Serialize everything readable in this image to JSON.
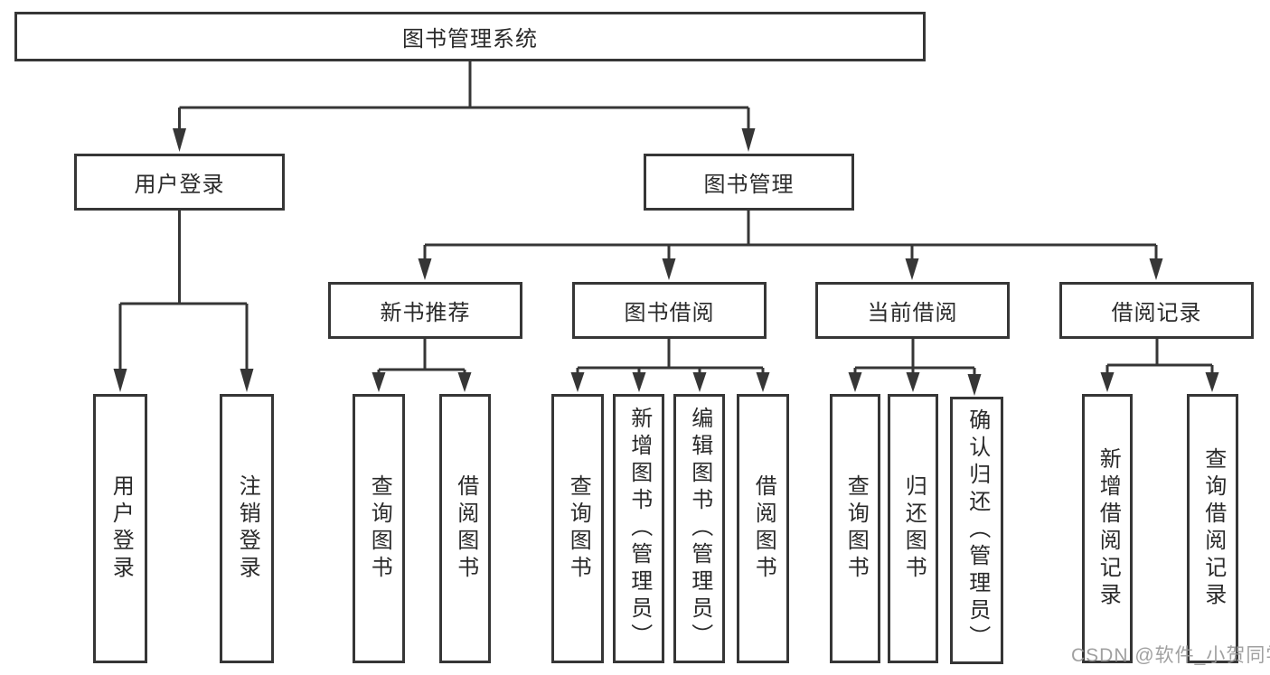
{
  "colors": {
    "line": "#363636",
    "box_border": "#363636",
    "box_fill": "#ffffff",
    "text": "#2a2a2a",
    "watermark": "#989898",
    "background": "#ffffff"
  },
  "watermark": {
    "text": "CSDN @软件_小贺同学"
  },
  "diagram": {
    "type": "tree",
    "title": "图书管理系统",
    "nodes": [
      {
        "id": "root",
        "label": "图书管理系统",
        "level": 1,
        "parent": null,
        "orientation": "horizontal"
      },
      {
        "id": "user-login",
        "label": "用户登录",
        "level": 2,
        "parent": "root",
        "orientation": "horizontal"
      },
      {
        "id": "book-mgmt",
        "label": "图书管理",
        "level": 2,
        "parent": "root",
        "orientation": "horizontal"
      },
      {
        "id": "new-book-rec",
        "label": "新书推荐",
        "level": 3,
        "parent": "book-mgmt",
        "orientation": "horizontal"
      },
      {
        "id": "book-borrow",
        "label": "图书借阅",
        "level": 3,
        "parent": "book-mgmt",
        "orientation": "horizontal"
      },
      {
        "id": "current-borrow",
        "label": "当前借阅",
        "level": 3,
        "parent": "book-mgmt",
        "orientation": "horizontal"
      },
      {
        "id": "borrow-records",
        "label": "借阅记录",
        "level": 3,
        "parent": "book-mgmt",
        "orientation": "horizontal"
      },
      {
        "id": "leaf-user-login",
        "label": "用户登录",
        "level": 4,
        "parent": "user-login",
        "orientation": "vertical"
      },
      {
        "id": "leaf-logout",
        "label": "注销登录",
        "level": 4,
        "parent": "user-login",
        "orientation": "vertical"
      },
      {
        "id": "leaf-query-book-1",
        "label": "查询图书",
        "level": 4,
        "parent": "new-book-rec",
        "orientation": "vertical"
      },
      {
        "id": "leaf-borrow-book-1",
        "label": "借阅图书",
        "level": 4,
        "parent": "new-book-rec",
        "orientation": "vertical"
      },
      {
        "id": "leaf-query-book-2",
        "label": "查询图书",
        "level": 4,
        "parent": "book-borrow",
        "orientation": "vertical"
      },
      {
        "id": "leaf-add-book",
        "label": "新增图书（管理员）",
        "level": 4,
        "parent": "book-borrow",
        "orientation": "vertical"
      },
      {
        "id": "leaf-edit-book",
        "label": "编辑图书（管理员）",
        "level": 4,
        "parent": "book-borrow",
        "orientation": "vertical"
      },
      {
        "id": "leaf-borrow-book-2",
        "label": "借阅图书",
        "level": 4,
        "parent": "book-borrow",
        "orientation": "vertical"
      },
      {
        "id": "leaf-query-book-3",
        "label": "查询图书",
        "level": 4,
        "parent": "current-borrow",
        "orientation": "vertical"
      },
      {
        "id": "leaf-return-book",
        "label": "归还图书",
        "level": 4,
        "parent": "current-borrow",
        "orientation": "vertical"
      },
      {
        "id": "leaf-confirm-return",
        "label": "确认归还（管理员）",
        "level": 4,
        "parent": "current-borrow",
        "orientation": "vertical"
      },
      {
        "id": "leaf-add-record",
        "label": "新增借阅记录",
        "level": 4,
        "parent": "borrow-records",
        "orientation": "vertical"
      },
      {
        "id": "leaf-query-record",
        "label": "查询借阅记录",
        "level": 4,
        "parent": "borrow-records",
        "orientation": "vertical"
      }
    ]
  }
}
